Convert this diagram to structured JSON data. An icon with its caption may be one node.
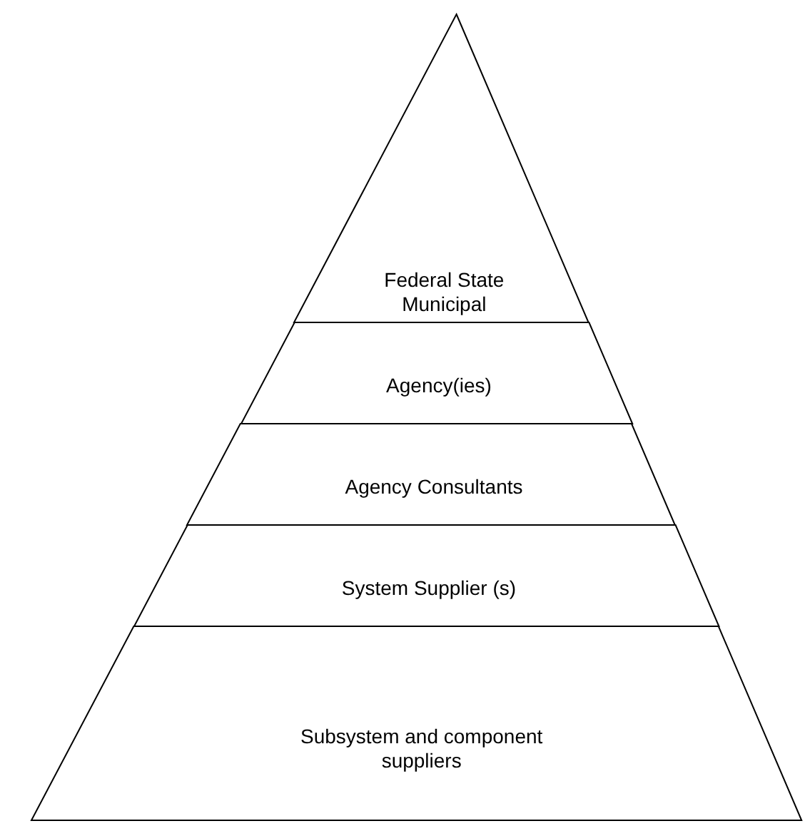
{
  "diagram": {
    "nodes": [
      {
        "text": [
          "Federal State Municipal"
        ]
      },
      {
        "text": [
          "Agency(ies)"
        ]
      },
      {
        "text": [
          "Agency Consultants"
        ]
      },
      {
        "text": [
          "System Supplier (s)"
        ]
      },
      {
        "text": [
          "Subsystem and component suppliers"
        ]
      }
    ]
  }
}
